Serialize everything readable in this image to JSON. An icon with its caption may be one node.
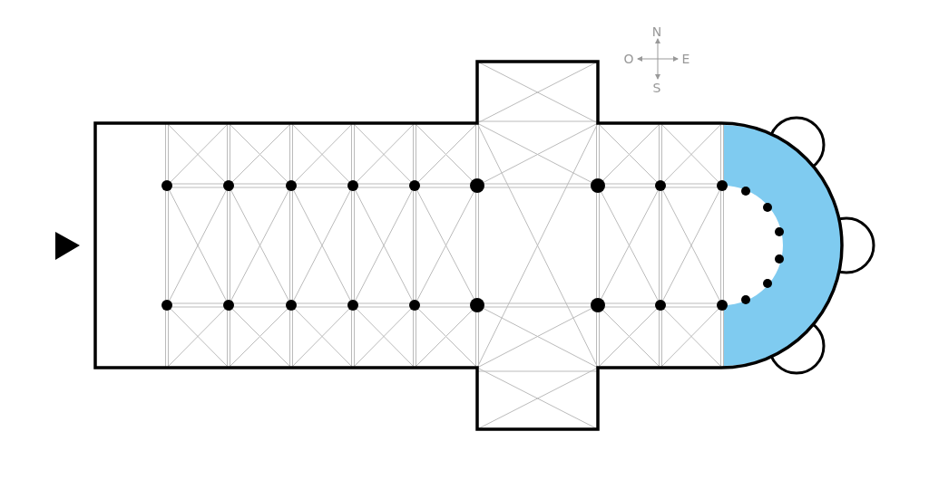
{
  "diagram": {
    "labels": [
      "N",
      "O",
      "E",
      "S"
    ]
  }
}
